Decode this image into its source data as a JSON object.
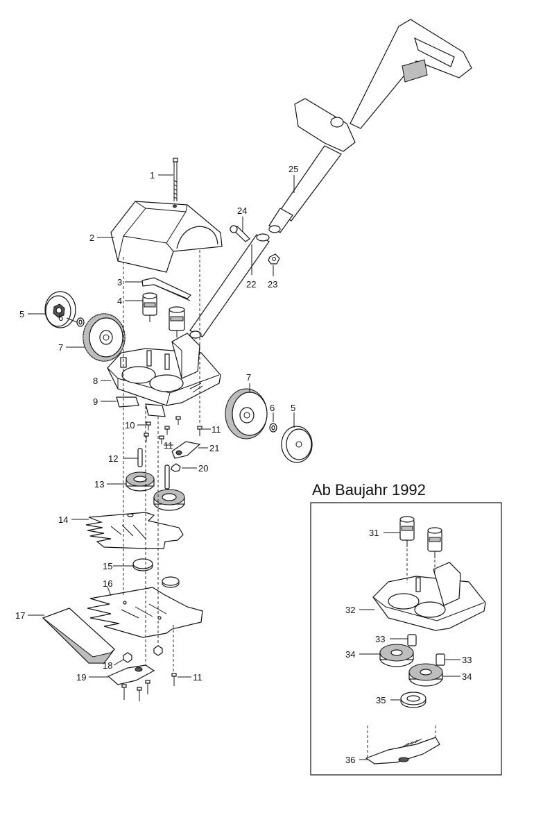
{
  "inset_title": "Ab Baujahr 1992",
  "labels": {
    "p1": "1",
    "p2": "2",
    "p3": "3",
    "p4": "4",
    "p5a": "5",
    "p5b": "5",
    "p6a": "6",
    "p6b": "6",
    "p7a": "7",
    "p7b": "7",
    "p8": "8",
    "p9": "9",
    "p10": "10",
    "p11a": "11",
    "p11b": "11",
    "p11c": "11",
    "p12": "12",
    "p13": "13",
    "p14": "14",
    "p15": "15",
    "p16": "16",
    "p17": "17",
    "p18": "18",
    "p19": "19",
    "p20": "20",
    "p21": "21",
    "p22": "22",
    "p23": "23",
    "p24": "24",
    "p25": "25",
    "p31": "31",
    "p32": "32",
    "p33a": "33",
    "p33b": "33",
    "p34a": "34",
    "p34b": "34",
    "p35": "35",
    "p36": "36"
  }
}
